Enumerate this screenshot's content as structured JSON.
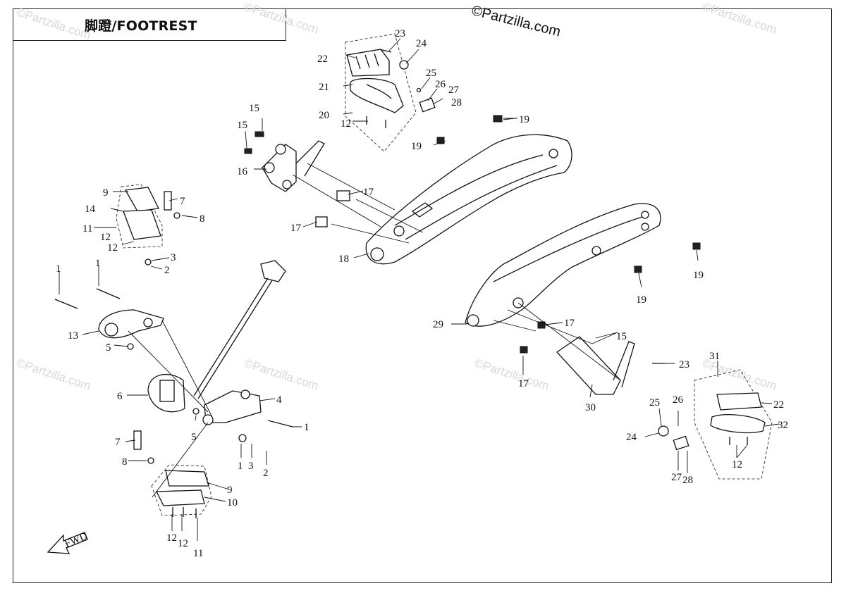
{
  "title": "脚蹬/FOOTREST",
  "brand": "©Partzilla.com",
  "watermark": "©Partzilla.com",
  "fwd_label": "FWD",
  "callouts": [
    {
      "id": "c-23a",
      "text": "23"
    },
    {
      "id": "c-24a",
      "text": "24"
    },
    {
      "id": "c-22a",
      "text": "22"
    },
    {
      "id": "c-25a",
      "text": "25"
    },
    {
      "id": "c-26a",
      "text": "26"
    },
    {
      "id": "c-27a",
      "text": "27"
    },
    {
      "id": "c-28a",
      "text": "28"
    },
    {
      "id": "c-21",
      "text": "21"
    },
    {
      "id": "c-20",
      "text": "20"
    },
    {
      "id": "c-12a",
      "text": "12"
    },
    {
      "id": "c-15a",
      "text": "15"
    },
    {
      "id": "c-15b",
      "text": "15"
    },
    {
      "id": "c-16",
      "text": "16"
    },
    {
      "id": "c-19a",
      "text": "19"
    },
    {
      "id": "c-19b",
      "text": "19"
    },
    {
      "id": "c-17a",
      "text": "17"
    },
    {
      "id": "c-17b",
      "text": "17"
    },
    {
      "id": "c-18",
      "text": "18"
    },
    {
      "id": "c-9a",
      "text": "9"
    },
    {
      "id": "c-7a",
      "text": "7"
    },
    {
      "id": "c-14",
      "text": "14"
    },
    {
      "id": "c-8a",
      "text": "8"
    },
    {
      "id": "c-11a",
      "text": "11"
    },
    {
      "id": "c-12b",
      "text": "12"
    },
    {
      "id": "c-12c",
      "text": "12"
    },
    {
      "id": "c-3a",
      "text": "3"
    },
    {
      "id": "c-2a",
      "text": "2"
    },
    {
      "id": "c-1a",
      "text": "1"
    },
    {
      "id": "c-1b",
      "text": "1"
    },
    {
      "id": "c-13",
      "text": "13"
    },
    {
      "id": "c-5a",
      "text": "5"
    },
    {
      "id": "c-6",
      "text": "6"
    },
    {
      "id": "c-4",
      "text": "4"
    },
    {
      "id": "c-1c",
      "text": "1"
    },
    {
      "id": "c-5b",
      "text": "5"
    },
    {
      "id": "c-1d",
      "text": "1"
    },
    {
      "id": "c-3b",
      "text": "3"
    },
    {
      "id": "c-2b",
      "text": "2"
    },
    {
      "id": "c-7b",
      "text": "7"
    },
    {
      "id": "c-8b",
      "text": "8"
    },
    {
      "id": "c-9b",
      "text": "9"
    },
    {
      "id": "c-10",
      "text": "10"
    },
    {
      "id": "c-12d",
      "text": "12"
    },
    {
      "id": "c-12e",
      "text": "12"
    },
    {
      "id": "c-11b",
      "text": "11"
    },
    {
      "id": "c-19c",
      "text": "19"
    },
    {
      "id": "c-19d",
      "text": "19"
    },
    {
      "id": "c-29",
      "text": "29"
    },
    {
      "id": "c-17c",
      "text": "17"
    },
    {
      "id": "c-15c",
      "text": "15"
    },
    {
      "id": "c-17d",
      "text": "17"
    },
    {
      "id": "c-23b",
      "text": "23"
    },
    {
      "id": "c-30",
      "text": "30"
    },
    {
      "id": "c-31",
      "text": "31"
    },
    {
      "id": "c-22b",
      "text": "22"
    },
    {
      "id": "c-32",
      "text": "32"
    },
    {
      "id": "c-25b",
      "text": "25"
    },
    {
      "id": "c-26b",
      "text": "26"
    },
    {
      "id": "c-24b",
      "text": "24"
    },
    {
      "id": "c-12f",
      "text": "12"
    },
    {
      "id": "c-27b",
      "text": "27"
    },
    {
      "id": "c-28b",
      "text": "28"
    }
  ]
}
